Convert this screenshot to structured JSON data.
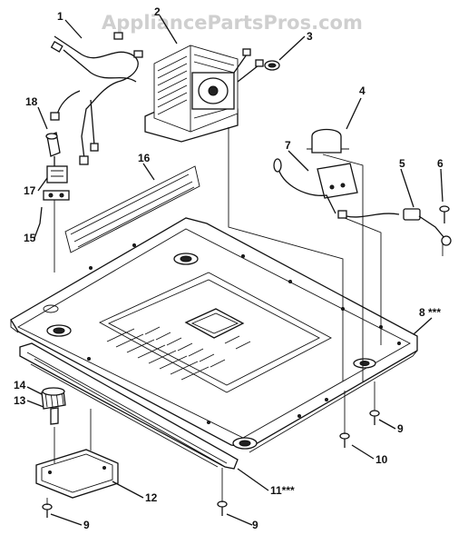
{
  "watermark": "AppliancePartsPros.com",
  "callouts": {
    "c1": "1",
    "c2": "2",
    "c3": "3",
    "c4": "4",
    "c5": "5",
    "c6": "6",
    "c7": "7",
    "c8": "8 ***",
    "c9a": "9",
    "c9b": "9",
    "c9c": "9",
    "c10": "10",
    "c11": "11***",
    "c12": "12",
    "c13": "13",
    "c14": "14",
    "c15": "15",
    "c16": "16",
    "c17": "17",
    "c18": "18"
  }
}
